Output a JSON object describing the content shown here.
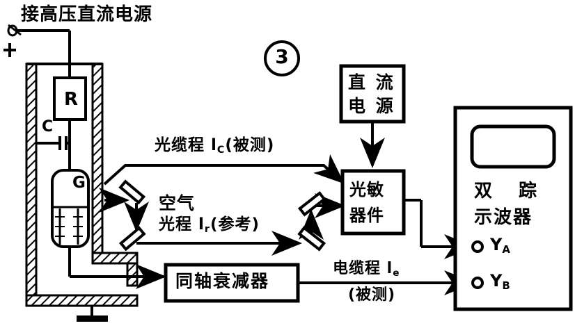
{
  "figure": {
    "number_label": "3",
    "supply_label": "接高压直流电源",
    "polarity_label": "+"
  },
  "tank": {
    "resistor_label": "R",
    "capacitor_label": "C",
    "spark_gap_label": "G"
  },
  "optics": {
    "fiber_path_label": "光缆程 l",
    "fiber_path_sub": "C",
    "fiber_path_note": "(被测)",
    "air_label": "空气",
    "air_path_label": "光程 l",
    "air_path_sub": "r",
    "air_path_note": "(参考)"
  },
  "blocks": {
    "dc_supply": "直流\n电源",
    "dc_supply_line1": "直 流",
    "dc_supply_line2": "电 源",
    "photodetector_line1": "光敏",
    "photodetector_line2": "器件",
    "attenuator": "同轴衰减器"
  },
  "cable": {
    "label": "电缆程 l",
    "label_sub": "e",
    "note": "(被测)"
  },
  "scope": {
    "title_line1": "双　踪",
    "title_line2": "示波器",
    "terminal_a": "Y",
    "terminal_a_sub": "A",
    "terminal_b": "Y",
    "terminal_b_sub": "B"
  },
  "colors": {
    "ink": "#000000",
    "paper": "#ffffff"
  }
}
